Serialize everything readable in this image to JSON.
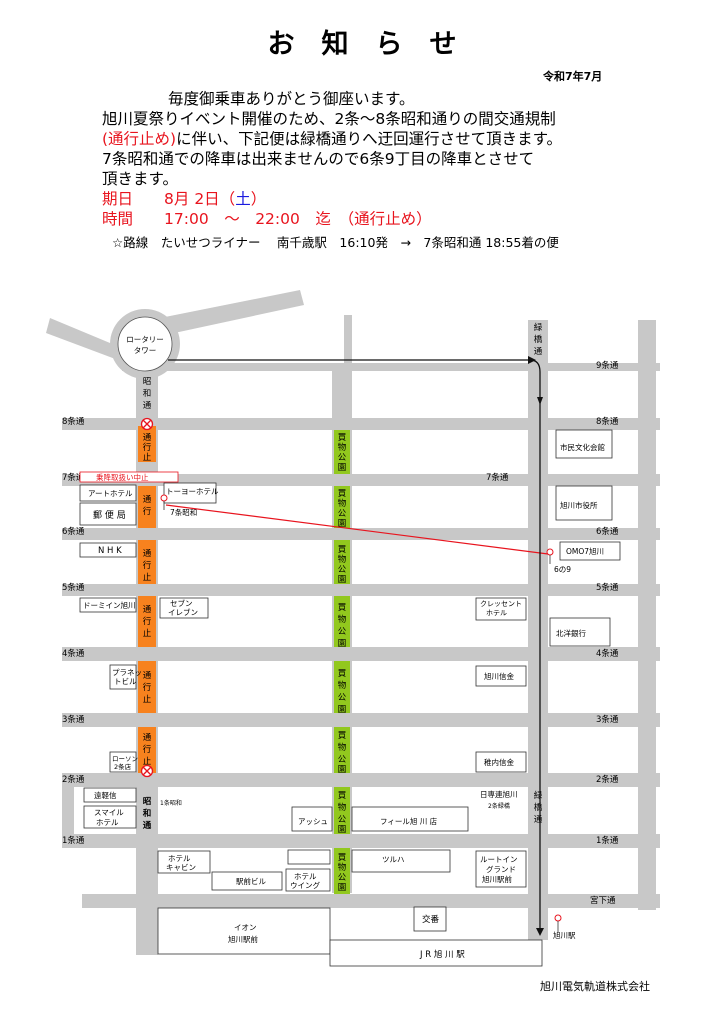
{
  "notice": {
    "title": "お　知　ら　せ",
    "date": "令和7年7月",
    "line1": "毎度御乗車ありがとう御座います。",
    "line2": "旭川夏祭りイベント開催のため、2条～8条昭和通りの間交通規制",
    "line3_red": "(通行止め)",
    "line3_rest": "に伴い、下記便は緑橋通りへ迂回運行させて頂きます。",
    "line4": "7条昭和通での降車は出来ませんので6条9丁目の降車とさせて",
    "line5": "頂きます。",
    "period_label": "期日",
    "period_value": "8月 2日（",
    "period_day": "土",
    "period_close": "）",
    "time_label": "時間",
    "time_value": "17:00　～　22:00　迄　（通行止め）",
    "route": "☆路線　たいせつライナー　 南千歳駅　16:10発　→　7条昭和通 18:55着の便",
    "company": "旭川電気軌道株式会社"
  },
  "map": {
    "rotary": [
      "ロータリー",
      "タワー"
    ],
    "showa_top": [
      "昭",
      "和",
      "通"
    ],
    "showa_bottom": [
      "昭",
      "和",
      "通"
    ],
    "midori_top": [
      "緑",
      "橋",
      "通"
    ],
    "midori_bottom": [
      "緑",
      "橋",
      "通"
    ],
    "closed_text": [
      "通",
      "行",
      "止"
    ],
    "closed_text_mid": [
      "通",
      "行"
    ],
    "park_text": [
      "買",
      "物",
      "公",
      "園"
    ],
    "suspend_label": "乗降取扱い中止",
    "stop_7jo": "7条昭和",
    "stop_6no9": "6の9",
    "stop_station": "旭川駅",
    "streets": {
      "s9": "9条通",
      "s8": "8条通",
      "s7": "7条通",
      "s6": "6条通",
      "s5": "5条通",
      "s4": "4条通",
      "s3": "3条通",
      "s2": "2条通",
      "s1": "1条通",
      "miyashita": "宮下通"
    },
    "buildings": {
      "art_hotel": "アートホテル",
      "toyo_hotel": "トーヨーホテル",
      "post_office": "郵 便 局",
      "nhk": "N H K",
      "dormy": "ドーミイン旭川",
      "seven": [
        "セブン",
        "イレブン"
      ],
      "planet": [
        "プラネッ",
        "トビル"
      ],
      "lawson": [
        "ローソン",
        "2条店"
      ],
      "enkeishin": "遠軽信",
      "smile": [
        "スマイル",
        "ホテル"
      ],
      "showa1": "1条昭和",
      "ash": "アッシュ",
      "feel": "フィール旭 川 店",
      "nissei": "日専連旭川",
      "midori2": "2条緑橋",
      "hotel_cabin": [
        "ホテル",
        "キャビン"
      ],
      "ekimae_bldg": "駅前ビル",
      "hotel_wing": [
        "ホテル",
        "ウイング"
      ],
      "tsuruha": "ツルハ",
      "route_inn": [
        "ルートイン",
        "グランド",
        "旭川駅前"
      ],
      "koban": "交番",
      "aeon": [
        "イオン",
        "旭川駅前"
      ],
      "jr": "J R 旭 川 駅",
      "crescent": [
        "クレッセント",
        "ホテル"
      ],
      "asahikawa_shinkin": "旭川信金",
      "wakkanai_shinkin": "稚内信金",
      "hokuyo": "北洋銀行",
      "culture": "市民文化会館",
      "city_hall": "旭川市役所",
      "omo7": "OMO7旭川"
    }
  },
  "colors": {
    "road": "#c8c8c8",
    "closed": "#f7821e",
    "park": "#92c81e",
    "accent_red": "#e8141e",
    "route_line": "#111111"
  }
}
